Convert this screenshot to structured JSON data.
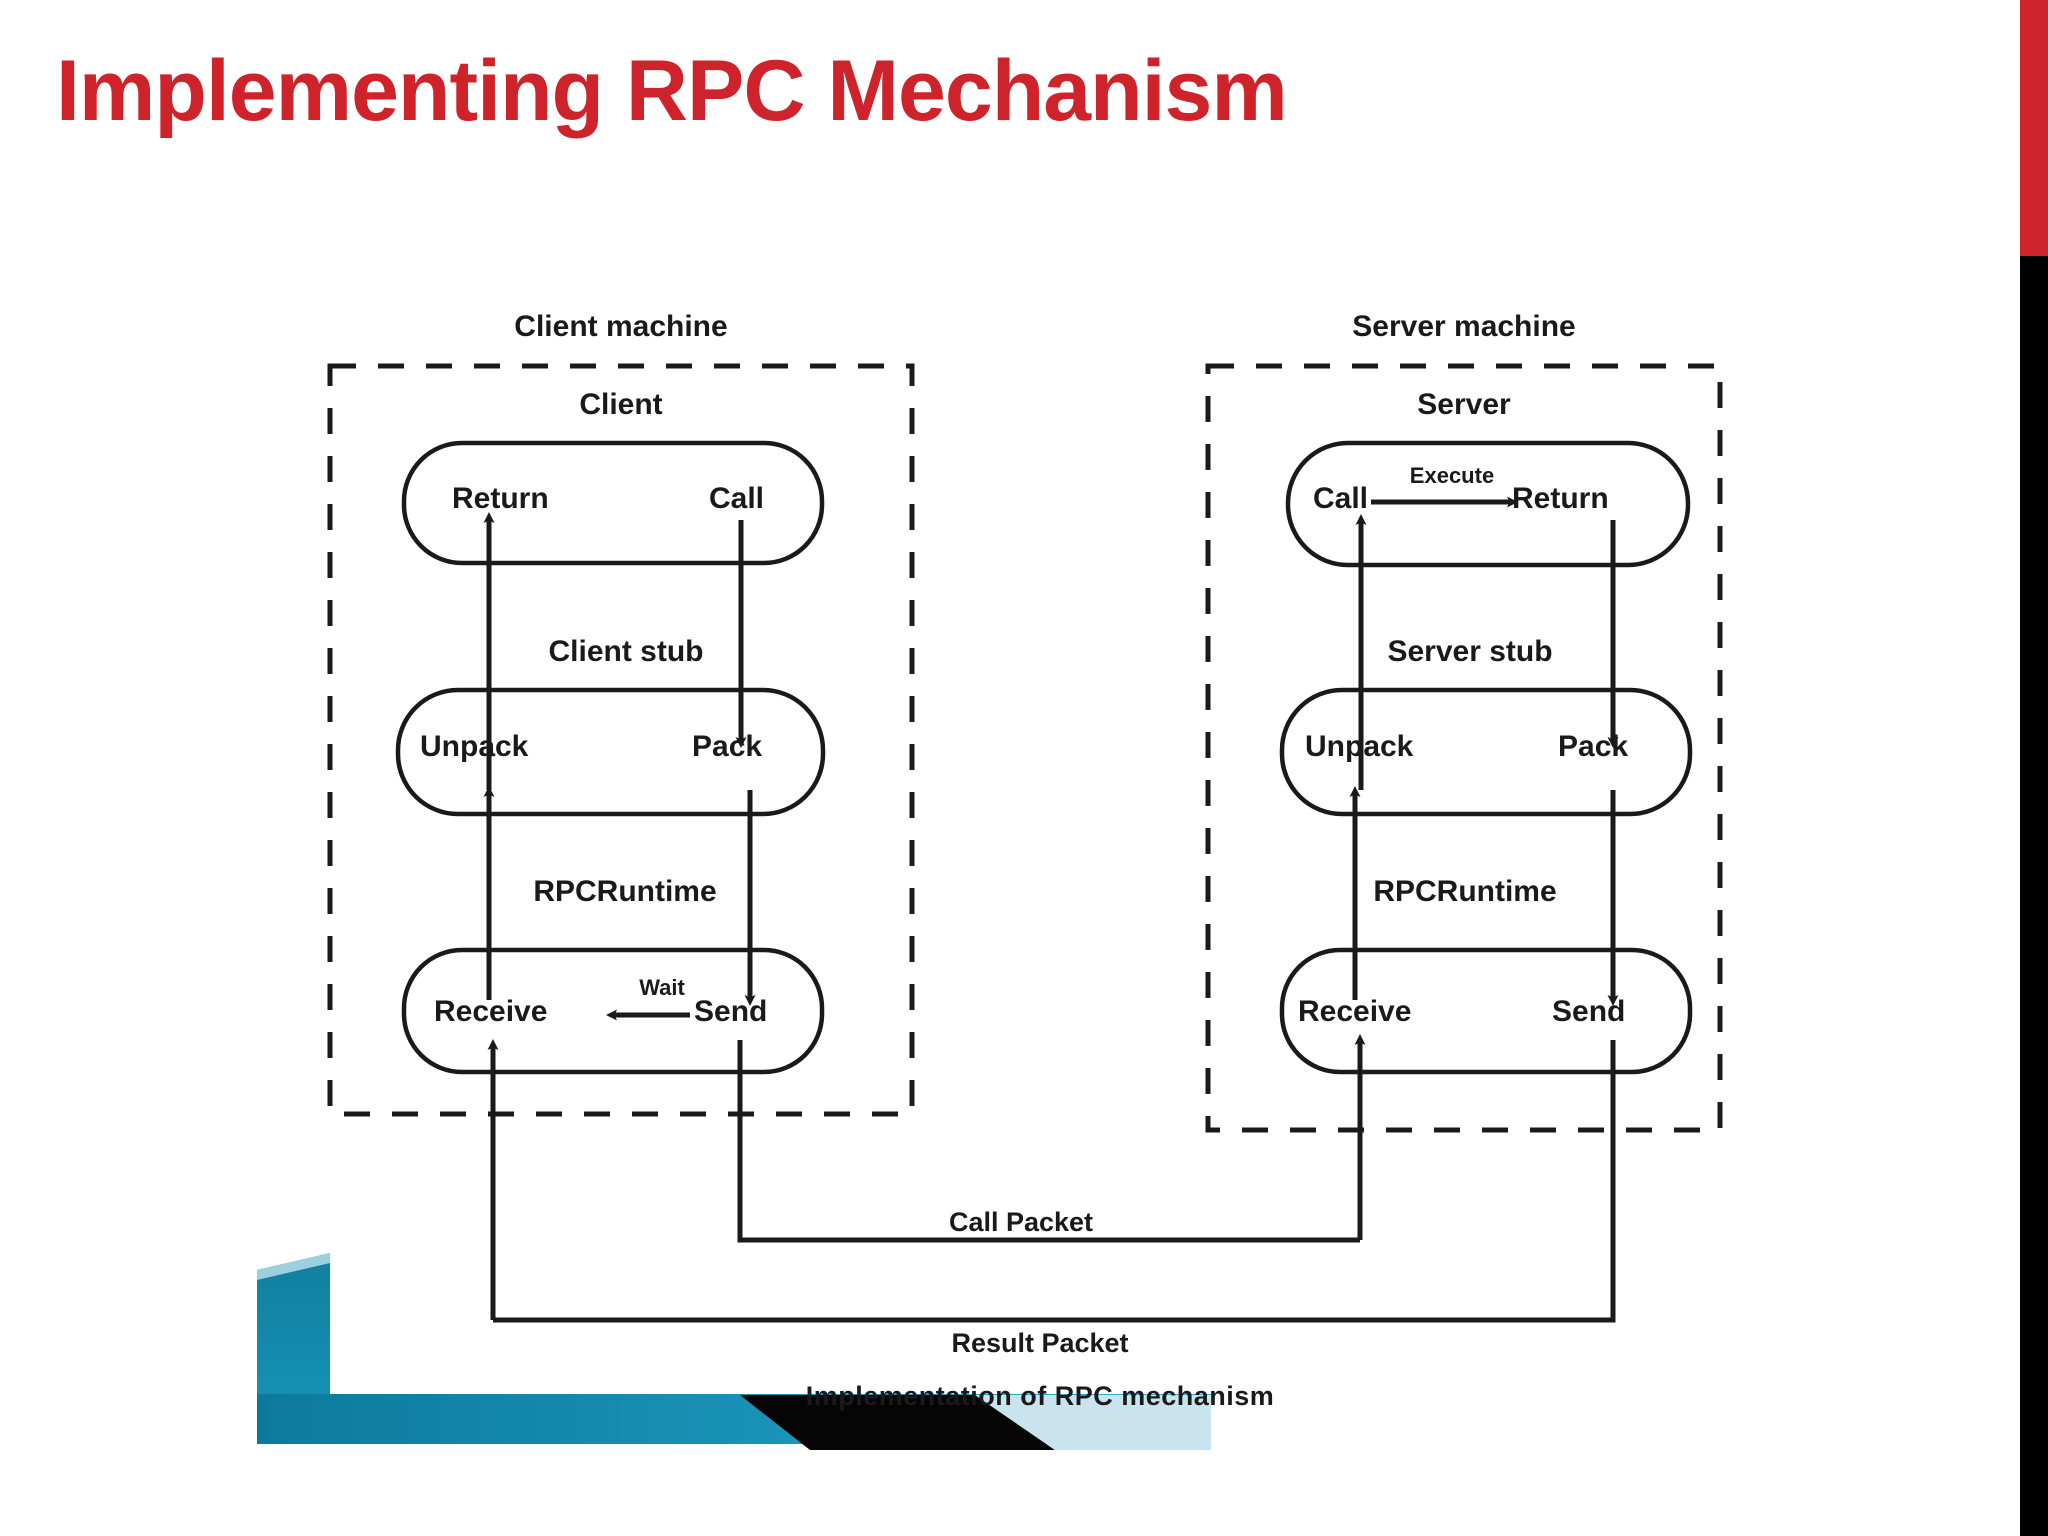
{
  "slide": {
    "title": "Implementing RPC Mechanism",
    "title_color": "#cf232b",
    "background": "#ffffff",
    "edge_bar_red": "#cf232b",
    "edge_bar_black": "#000000",
    "ribbon_teal": "#0f81a3",
    "ribbon_teal_light": "#2ba8cc",
    "ribbon_black": "#050505",
    "ribbon_pale": "#c9e4ef"
  },
  "diagram": {
    "caption": "Implementation of RPC mechanism",
    "client": {
      "machine_label": "Client machine",
      "tier_top_label": "Client",
      "tier_mid_label": "Client stub",
      "tier_bot_label": "RPCRuntime",
      "box_top_left": "Return",
      "box_top_right": "Call",
      "box_mid_left": "Unpack",
      "box_mid_right": "Pack",
      "box_bot_left": "Receive",
      "box_bot_right": "Send",
      "inner_arrow_label": "Wait"
    },
    "server": {
      "machine_label": "Server machine",
      "tier_top_label": "Server",
      "tier_mid_label": "Server stub",
      "tier_bot_label": "RPCRuntime",
      "box_top_left": "Call",
      "box_top_right": "Return",
      "box_mid_left": "Unpack",
      "box_mid_right": "Pack",
      "box_bot_left": "Receive",
      "box_bot_right": "Send",
      "inner_arrow_label": "Execute"
    },
    "links": {
      "call_packet": "Call Packet",
      "result_packet": "Result Packet"
    }
  }
}
